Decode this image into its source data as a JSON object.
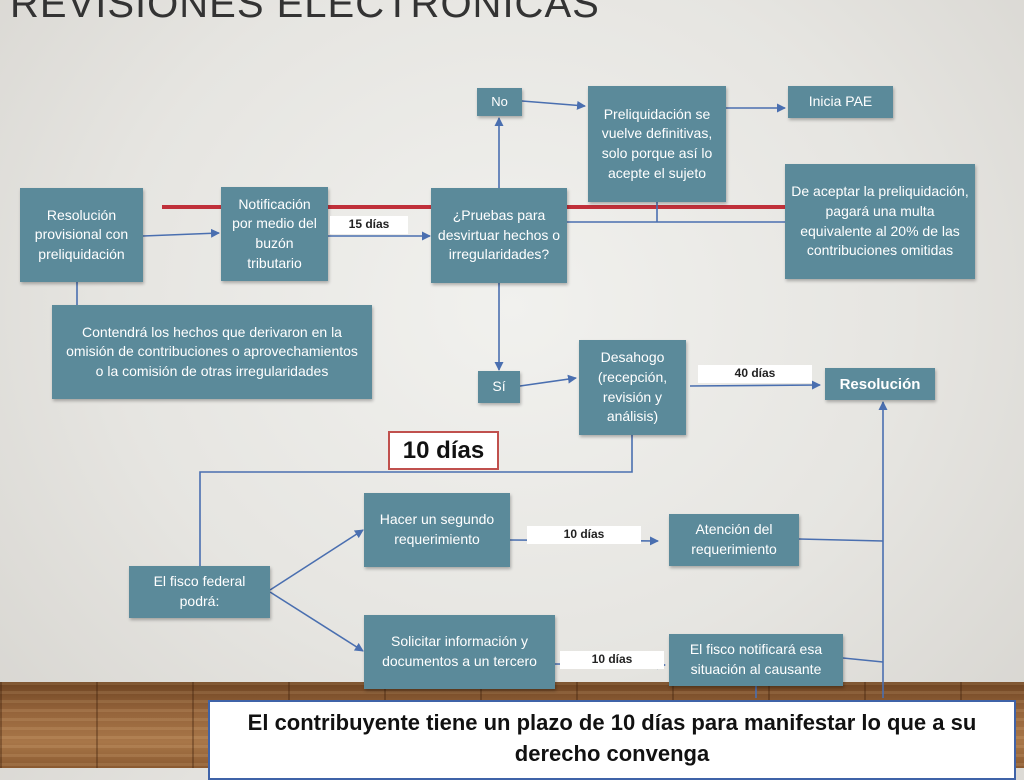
{
  "slide": {
    "title": "REVISIONES ELECTRÓNICAS"
  },
  "flow": {
    "resolucion_provisional": "Resolución provisional con preliquidación",
    "contendra": "Contendrá los hechos que derivaron en la omisión de contribuciones o aprovechamientos o la comisión de otras irregularidades",
    "notificacion": "Notificación por medio del buzón tributario",
    "label_15_dias": "15 días",
    "pruebas": "¿Pruebas para desvirtuar hechos o irregularidades?",
    "no": "No",
    "si": "Sí",
    "preliquidacion_definitiva": "Preliquidación se vuelve definitivas, solo porque así  lo acepte el sujeto",
    "inicia_pae": "Inicia PAE",
    "aceptar_preliquidacion": "De aceptar la preliquidación, pagará una multa equivalente al 20% de las contribuciones omitidas",
    "desahogo": "Desahogo (recepción, revisión y análisis)",
    "label_40_dias": "40 días",
    "resolucion": "Resolución",
    "label_10_dias_big": "10 días",
    "fisco_podra": "El fisco federal podrá:",
    "segundo_requerimiento": "Hacer un segundo requerimiento",
    "label_10_dias_a": "10 días",
    "atencion_requerimiento": "Atención del requerimiento",
    "solicitar_tercero": "Solicitar información y documentos a un tercero",
    "label_10_dias_b": "10 días",
    "fisco_notificara": "El fisco notificará esa situación al causante",
    "plazo_banner": "El contribuyente tiene un plazo de 10 días para manifestar lo que a su derecho convenga"
  },
  "colors": {
    "box_fill": "#5b8a9a",
    "box_text": "#ffffff",
    "timeline_red": "#c0303a",
    "connector_blue": "#4a6fb0",
    "highlight_border": "#c0504d",
    "banner_border": "#3f63a8"
  }
}
